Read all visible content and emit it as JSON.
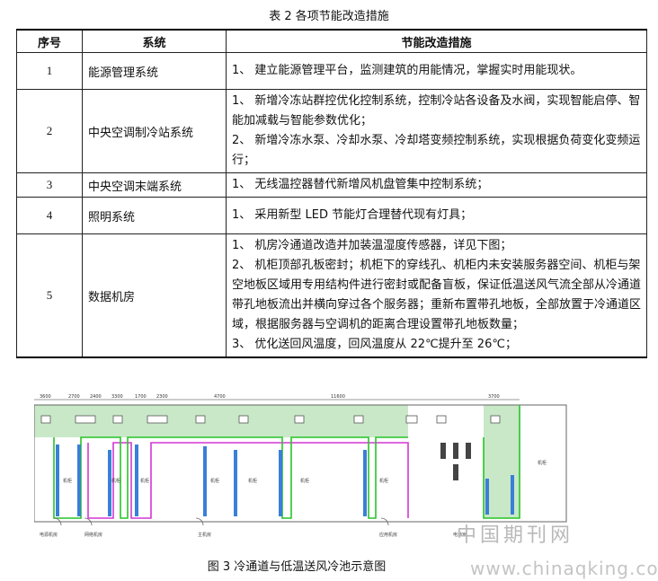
{
  "table": {
    "caption": "表 2  各项节能改造措施",
    "headers": [
      "序号",
      "系统",
      "节能改造措施"
    ],
    "rows": [
      {
        "num": "1",
        "system": "能源管理系统",
        "measures": [
          "1、  建立能源管理平台，监测建筑的用能情况，掌握实时用能现状。"
        ]
      },
      {
        "num": "2",
        "system": "中央空调制冷站系统",
        "measures": [
          "1、  新增冷冻站群控优化控制系统，控制冷站各设备及水阀，实现智能启停、智能加减载与智能参数优化；",
          "2、  新增冷冻水泵、冷却水泵、冷却塔变频控制系统，实现根据负荷变化变频运行；"
        ]
      },
      {
        "num": "3",
        "system": "中央空调末端系统",
        "measures": [
          "1、  无线温控器替代新增风机盘管集中控制系统；"
        ]
      },
      {
        "num": "4",
        "system": "照明系统",
        "measures": [
          "1、  采用新型 LED 节能灯合理替代现有灯具；"
        ]
      },
      {
        "num": "5",
        "system": "数据机房",
        "measures": [
          "1、  机房冷通道改造并加装温湿度传感器，详见下图；",
          "2、  机柜顶部孔板密封；机柜下的穿线孔、机柜内未安装服务器空间、机柜与架空地板区域用专用结构件进行密封或配备盲板，保证低温送风气流全部从冷通道带孔地板流出并横向穿过各个服务器；重新布置带孔地板，全部放置于冷通道区域，根据服务器与空调机的距离合理设置带孔地板数量；",
          "3、  优化送回风温度，回风温度从 22℃提升至 26℃；"
        ]
      }
    ]
  },
  "figure": {
    "caption": "图 3  冷通道与低温送风冷池示意图",
    "dims": [
      "3600",
      "2700",
      "2400",
      "3300",
      "1700",
      "2300",
      "4700",
      "11600",
      "3700"
    ],
    "room_labels": [
      "机柜",
      "机柜",
      "机柜",
      "机柜",
      "机柜",
      "机柜",
      "机柜",
      "机柜"
    ],
    "bottom_labels": [
      "电源机房",
      "网络机房",
      "主机房",
      "应用机房",
      "电池室"
    ]
  },
  "watermark": {
    "cn": "中国期刊网",
    "url": "www.chinaqking.com"
  },
  "colors": {
    "cold_pool": "#c8e8c8",
    "cold_aisle": "#27c427",
    "hot_aisle": "#d437d4",
    "rack_blue": "#3a7fd8"
  }
}
